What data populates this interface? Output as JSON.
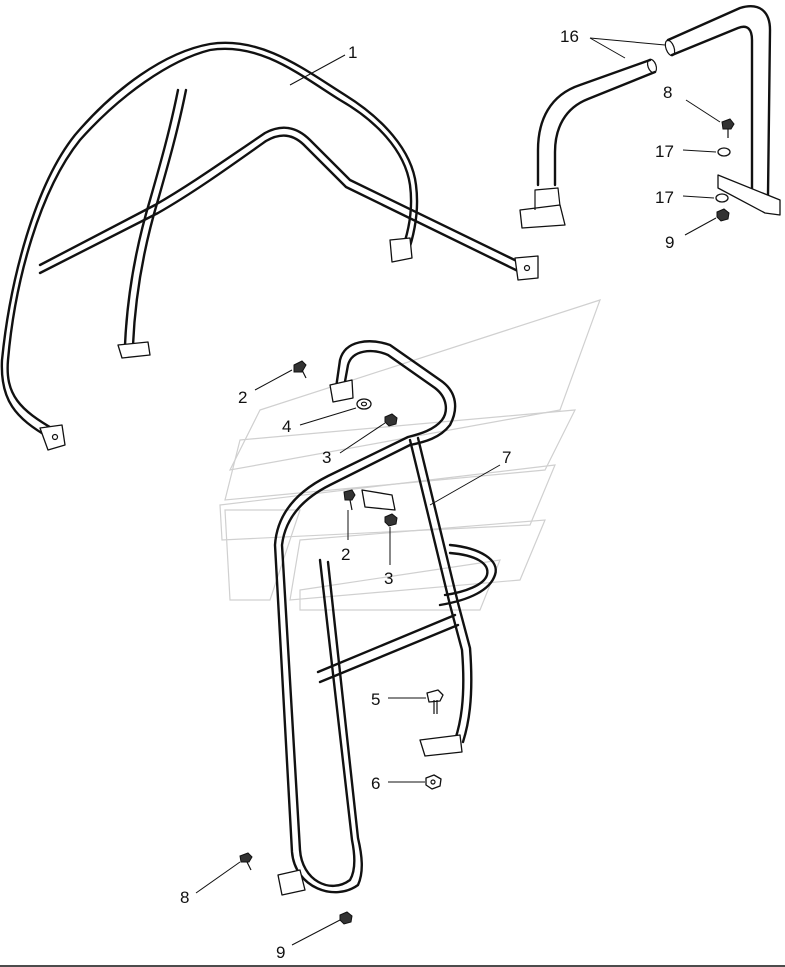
{
  "callouts": {
    "c1": "1",
    "c16": "16",
    "c8a": "8",
    "c17a": "17",
    "c17b": "17",
    "c9a": "9",
    "c2a": "2",
    "c4": "4",
    "c3a": "3",
    "c7": "7",
    "c2b": "2",
    "c3b": "3",
    "c5": "5",
    "c6": "6",
    "c8b": "8",
    "c9b": "9"
  },
  "colors": {
    "line": "#111111",
    "watermark": "#d0d0d0",
    "background": "#ffffff"
  }
}
